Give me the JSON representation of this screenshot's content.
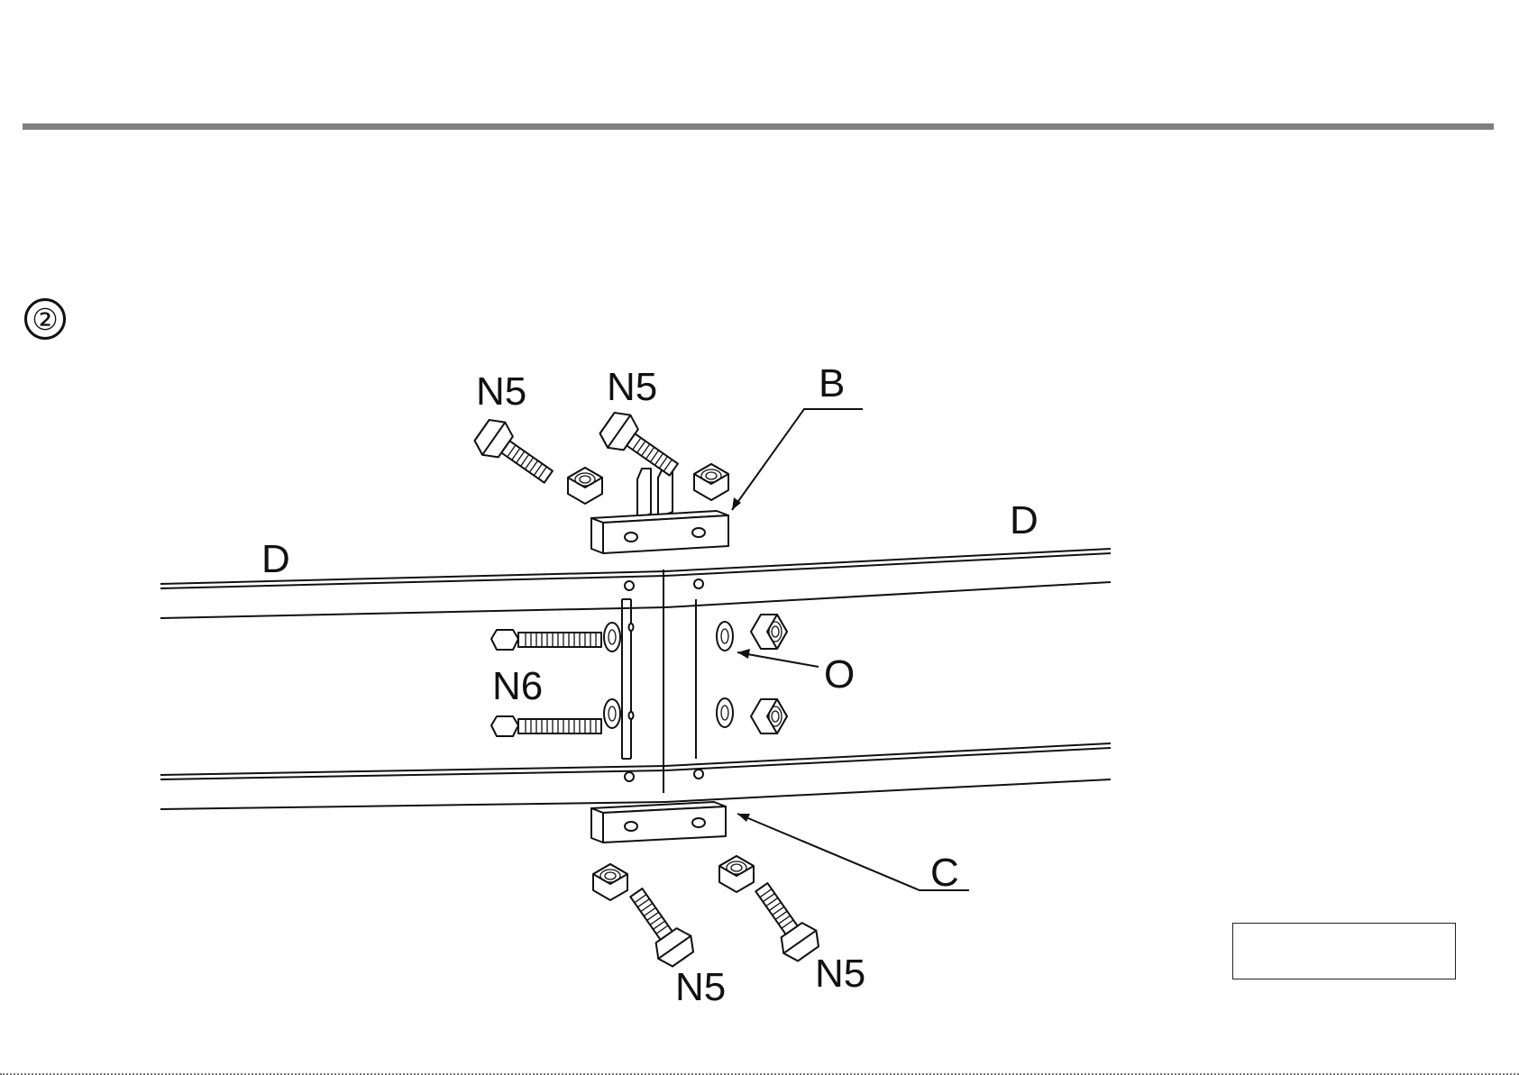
{
  "step": {
    "number": "②"
  },
  "labels": {
    "n5_top_left": "N5",
    "n5_top_right": "N5",
    "bracket_top": "B",
    "rail_left": "D",
    "rail_right": "D",
    "n6": "N6",
    "washer": "O",
    "bracket_bottom": "C",
    "n5_bottom_left": "N5",
    "n5_bottom_right": "N5"
  }
}
